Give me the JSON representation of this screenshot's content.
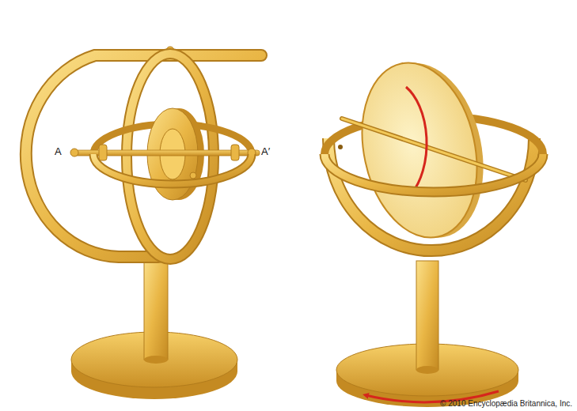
{
  "diagram": {
    "labels": [
      "A",
      "A′",
      "© 2010 Encyclopædia Britannica, Inc."
    ]
  }
}
